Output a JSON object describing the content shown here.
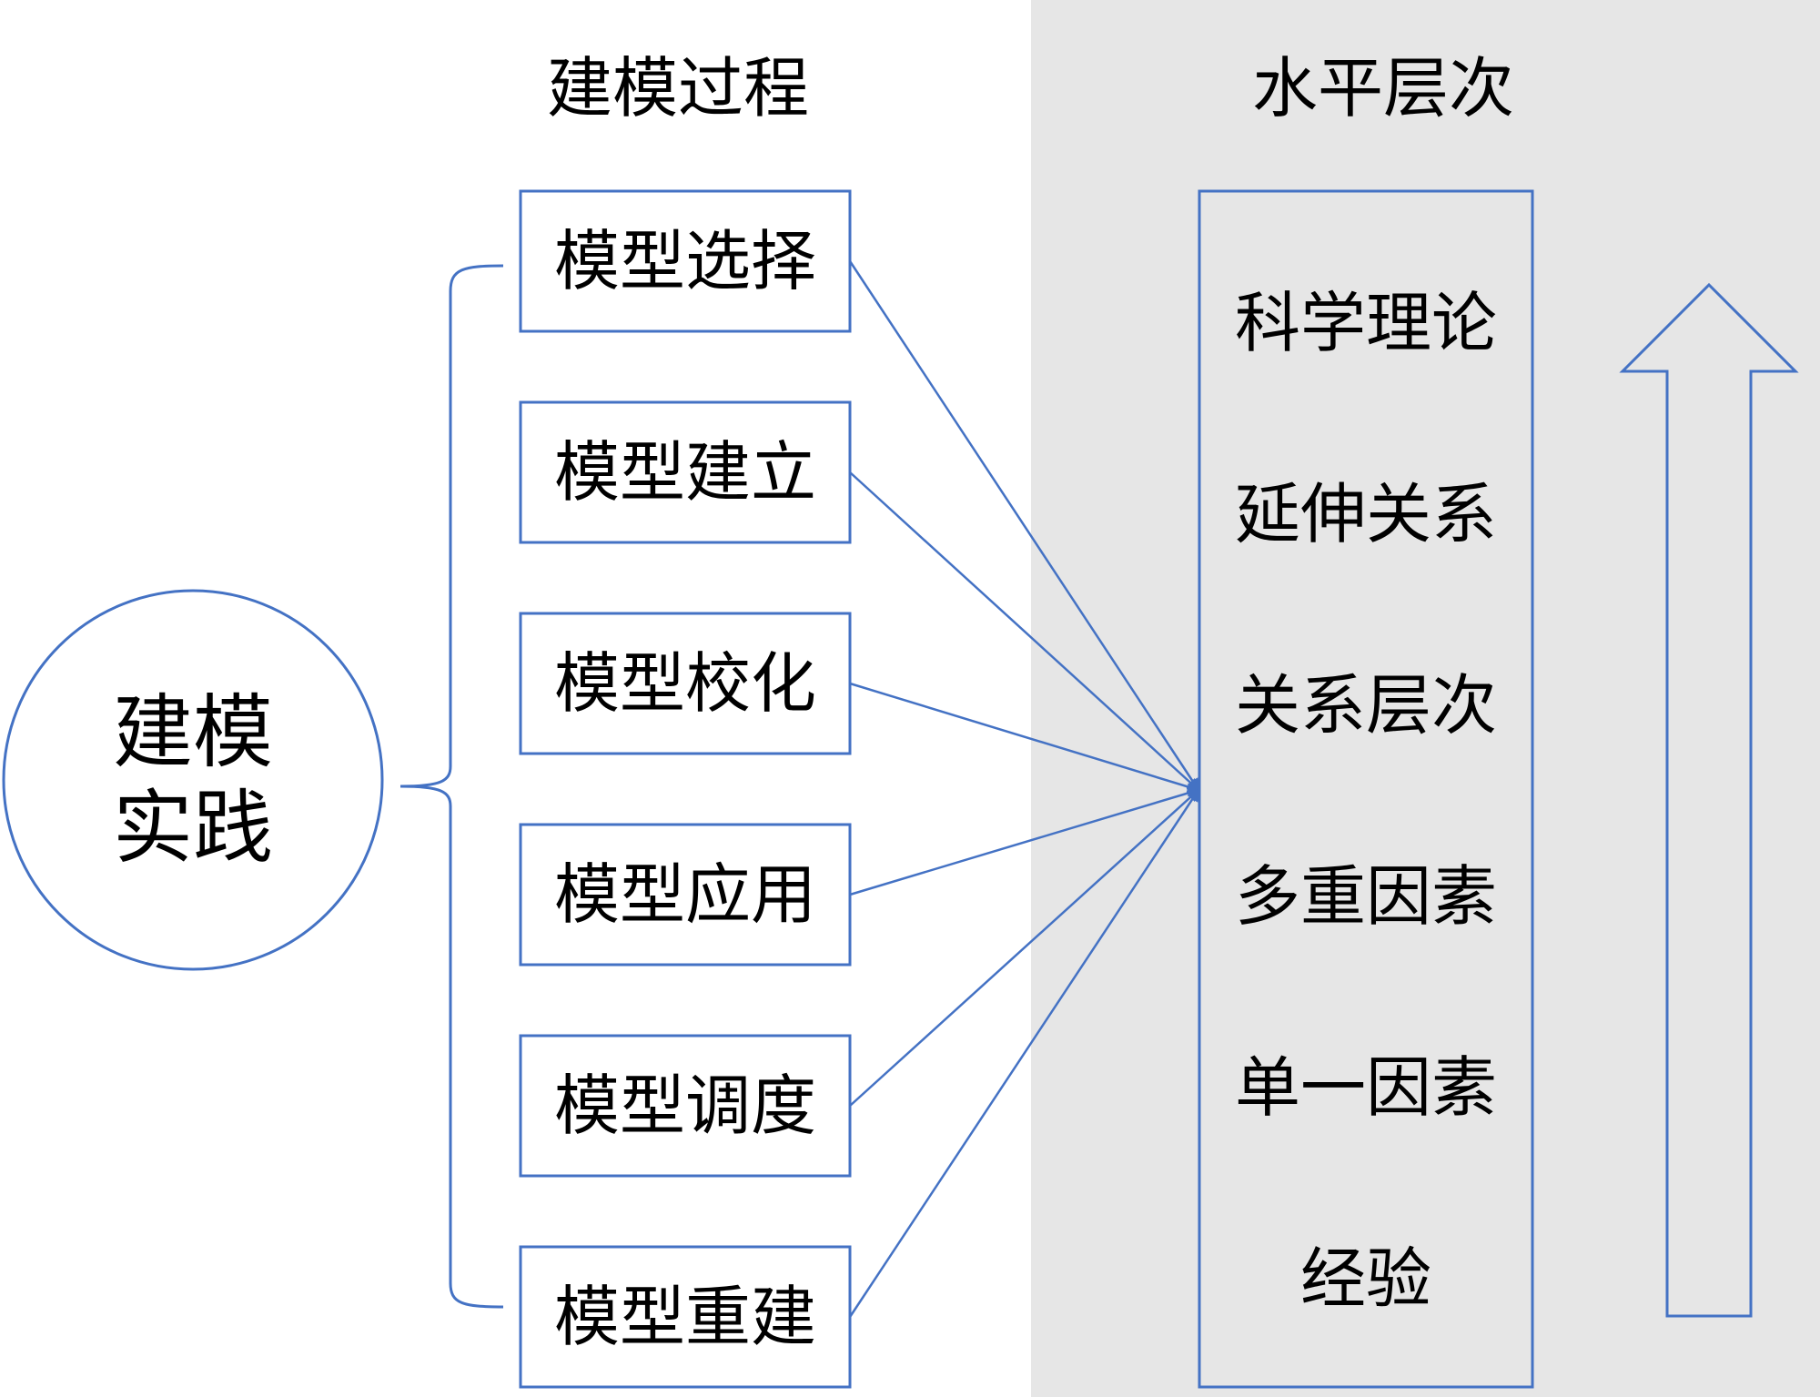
{
  "colors": {
    "stroke": "#4472C4",
    "panel": "#E6E6E6",
    "text": "#000000",
    "background": "#FFFFFF"
  },
  "practice": {
    "line1": "建模",
    "line2": "实践"
  },
  "process": {
    "heading": "建模过程",
    "steps": [
      "模型选择",
      "模型建立",
      "模型校化",
      "模型应用",
      "模型调度",
      "模型重建"
    ]
  },
  "levels": {
    "heading": "水平层次",
    "items": [
      "科学理论",
      "延伸关系",
      "关系层次",
      "多重因素",
      "单一因素",
      "经验"
    ]
  },
  "icons": {
    "bracket": "curly-brace-icon",
    "hollow_arrow": "up-arrow-icon"
  }
}
